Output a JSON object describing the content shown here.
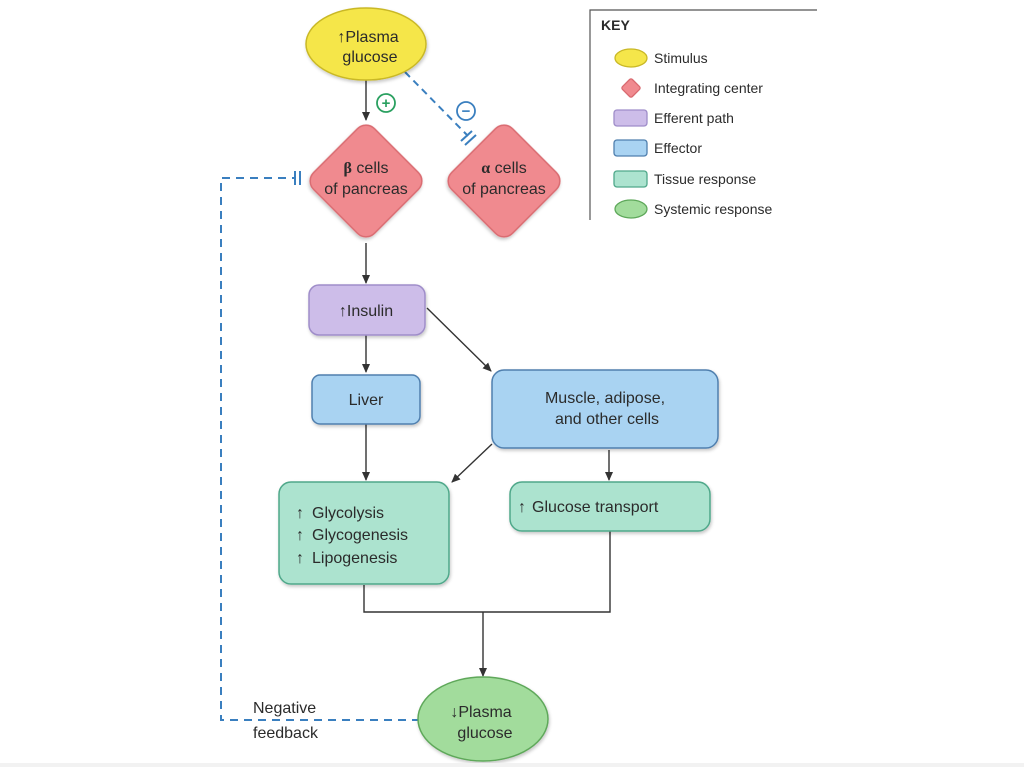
{
  "diagram": {
    "title": "Insulin regulation of plasma glucose",
    "nodes": {
      "stimulus": {
        "arrow": "↑",
        "line1": "Plasma",
        "line2": "glucose",
        "type": "Stimulus"
      },
      "beta_cells": {
        "greek": "β",
        "line1": " cells",
        "line2": "of pancreas",
        "type": "Integrating center"
      },
      "alpha_cells": {
        "greek": "α",
        "line1": " cells",
        "line2": "of pancreas",
        "type": "Integrating center"
      },
      "insulin": {
        "arrow": "↑",
        "label": "Insulin",
        "type": "Efferent path"
      },
      "liver": {
        "label": "Liver",
        "type": "Effector"
      },
      "muscle": {
        "line1": "Muscle, adipose,",
        "line2": "and other cells",
        "type": "Effector"
      },
      "liver_response": {
        "items": [
          {
            "arrow": "↑",
            "label": "Glycolysis"
          },
          {
            "arrow": "↑",
            "label": "Glycogenesis"
          },
          {
            "arrow": "↑",
            "label": "Lipogenesis"
          }
        ],
        "type": "Tissue response"
      },
      "glucose_transport": {
        "arrow": "↑",
        "label": "Glucose transport",
        "type": "Tissue response"
      },
      "systemic": {
        "arrow": "↓",
        "line1": "Plasma",
        "line2": "glucose",
        "type": "Systemic response"
      }
    },
    "signs": {
      "stimulate": "+",
      "inhibit": "−"
    },
    "feedback_label": {
      "line1": "Negative",
      "line2": "feedback"
    },
    "edges": [
      {
        "from": "stimulus",
        "to": "beta_cells",
        "style": "solid",
        "sign": "+"
      },
      {
        "from": "stimulus",
        "to": "alpha_cells",
        "style": "dashed",
        "sign": "−"
      },
      {
        "from": "beta_cells",
        "to": "insulin",
        "style": "solid"
      },
      {
        "from": "insulin",
        "to": "liver",
        "style": "solid"
      },
      {
        "from": "insulin",
        "to": "muscle",
        "style": "solid"
      },
      {
        "from": "liver",
        "to": "liver_response",
        "style": "solid"
      },
      {
        "from": "muscle",
        "to": "liver_response",
        "style": "solid"
      },
      {
        "from": "muscle",
        "to": "glucose_transport",
        "style": "solid"
      },
      {
        "from": "liver_response",
        "to": "systemic",
        "style": "solid"
      },
      {
        "from": "glucose_transport",
        "to": "systemic",
        "style": "solid"
      },
      {
        "from": "systemic",
        "to": "beta_cells",
        "style": "dashed",
        "label": "Negative feedback"
      }
    ]
  },
  "key": {
    "title": "KEY",
    "items": [
      {
        "label": "Stimulus",
        "shape": "ellipse",
        "fill": "#f5e64a",
        "stroke": "#c9b826"
      },
      {
        "label": "Integrating center",
        "shape": "diamond",
        "fill": "#f08a8f",
        "stroke": "#d96a70"
      },
      {
        "label": "Efferent path",
        "shape": "rect",
        "fill": "#cdbde9",
        "stroke": "#9f8dc9"
      },
      {
        "label": "Effector",
        "shape": "rect",
        "fill": "#a9d3f2",
        "stroke": "#4f7fae"
      },
      {
        "label": "Tissue response",
        "shape": "rect",
        "fill": "#ace3cf",
        "stroke": "#4fa88a"
      },
      {
        "label": "Systemic response",
        "shape": "ellipse",
        "fill": "#a2dc9c",
        "stroke": "#5ea85a"
      }
    ]
  },
  "colors": {
    "stimulus": "#f5e64a",
    "integrating": "#f08a8f",
    "efferent": "#cdbde9",
    "effector": "#a9d3f2",
    "tissue": "#ace3cf",
    "systemic": "#a2dc9c",
    "dashed_line": "#3a7fbf",
    "plus_sign": "#2aa060",
    "minus_sign": "#3a7fbf",
    "arrow": "#333333"
  }
}
